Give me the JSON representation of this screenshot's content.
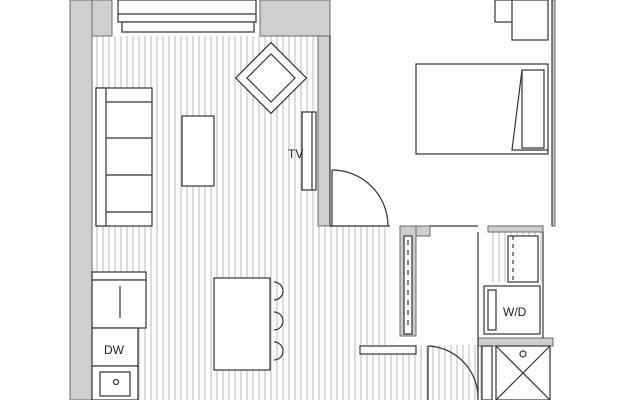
{
  "labels": {
    "tv": "TV",
    "dishwasher": "DW",
    "washer_dryer": "W/D"
  },
  "colors": {
    "wall_fill": "#cfcfcf",
    "wall_stroke": "#6a6a6a",
    "floor_hatch": "#b8b8b8",
    "line": "#333333",
    "background": "#ffffff"
  },
  "icons": [
    "sofa-icon",
    "armchair-icon",
    "coffee-table-icon",
    "tv-unit-icon",
    "kitchen-island-icon",
    "bar-stool-icon",
    "bed-icon",
    "washer-dryer-icon",
    "dishwasher-icon",
    "sink-icon",
    "door-swing-icon",
    "closet-icon",
    "shower-icon",
    "window-icon"
  ]
}
